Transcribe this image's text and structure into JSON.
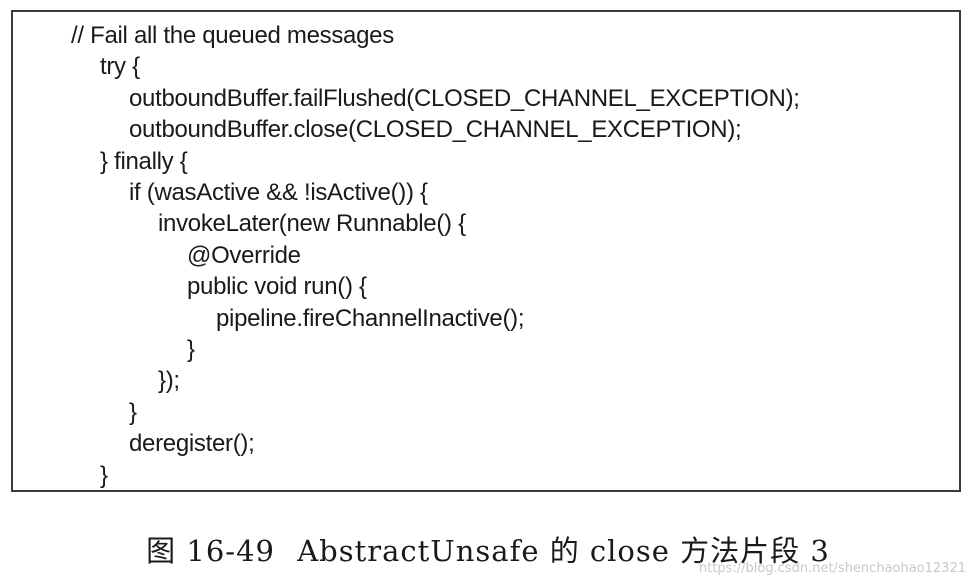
{
  "code": {
    "lines": [
      {
        "indent": 0,
        "text": "// Fail all the queued messages"
      },
      {
        "indent": 1,
        "text": "try {"
      },
      {
        "indent": 2,
        "text": "outboundBuffer.failFlushed(CLOSED_CHANNEL_EXCEPTION);"
      },
      {
        "indent": 2,
        "text": "outboundBuffer.close(CLOSED_CHANNEL_EXCEPTION);"
      },
      {
        "indent": 1,
        "text": "} finally {"
      },
      {
        "indent": 2,
        "text": "if (wasActive && !isActive()) {"
      },
      {
        "indent": 3,
        "text": "invokeLater(new Runnable() {"
      },
      {
        "indent": 4,
        "text": "@Override"
      },
      {
        "indent": 4,
        "text": "public void run() {"
      },
      {
        "indent": 5,
        "text": "pipeline.fireChannelInactive();"
      },
      {
        "indent": 4,
        "text": "}"
      },
      {
        "indent": 3,
        "text": "});"
      },
      {
        "indent": 2,
        "text": "}"
      },
      {
        "indent": 2,
        "text": "deregister();"
      },
      {
        "indent": 1,
        "text": "}"
      }
    ]
  },
  "caption": {
    "figure_label": "图 16-49",
    "text": "AbstractUnsafe 的 close 方法片段 3"
  },
  "watermark": {
    "text": "https://blog.csdn.net/shenchaohao12321"
  }
}
